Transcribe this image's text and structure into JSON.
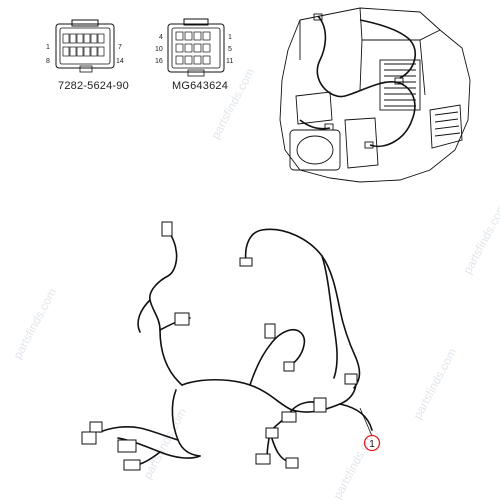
{
  "connectors": [
    {
      "part_number": "7282-5624-90",
      "pins": {
        "top_left": "1",
        "top_right": "7",
        "bottom_left": "8",
        "bottom_right": "14"
      }
    },
    {
      "part_number": "MG643624",
      "pins": {
        "left_top": "4",
        "left_mid": "10",
        "left_bottom": "16",
        "right_top": "1",
        "right_mid": "5",
        "right_bottom": "11"
      }
    }
  ],
  "watermark": "partsfinds.com",
  "callout": {
    "number": "1"
  },
  "colors": {
    "line": "#111111",
    "callout": "#e0202a",
    "watermark": "#c9d2dc"
  }
}
